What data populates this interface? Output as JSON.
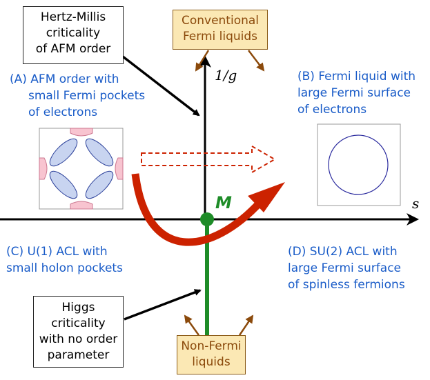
{
  "colors": {
    "blue": "#1a5cc8",
    "brown": "#8b4a0c",
    "tan_fill": "#fbe8b4",
    "green": "#1e8c28",
    "red": "#cc2200",
    "pocket_blue": "#c8d4f0",
    "pocket_pink": "#f8c4d0",
    "circle": "#2a2a9e"
  },
  "boxes": {
    "hertz_millis": [
      "Hertz-Millis",
      "criticality",
      "of AFM order"
    ],
    "conventional_fl": [
      "Conventional",
      "Fermi liquids"
    ],
    "higgs": [
      "Higgs",
      "criticality",
      "with no order",
      "parameter"
    ],
    "non_fermi": [
      "Non-Fermi",
      "liquids"
    ]
  },
  "phases": {
    "A": [
      "(A) AFM order with",
      "small Fermi pockets",
      "of electrons"
    ],
    "B": [
      "(B)  Fermi liquid with",
      "large Fermi surface",
      "of electrons"
    ],
    "C": [
      "(C)  U(1) ACL with",
      "small holon pockets"
    ],
    "D": [
      "(D)  SU(2) ACL with",
      "large Fermi surface",
      "of spinless fermions"
    ]
  },
  "axes": {
    "x_label": "s",
    "y_label": "1/g"
  },
  "critical_point": {
    "label": "M"
  }
}
